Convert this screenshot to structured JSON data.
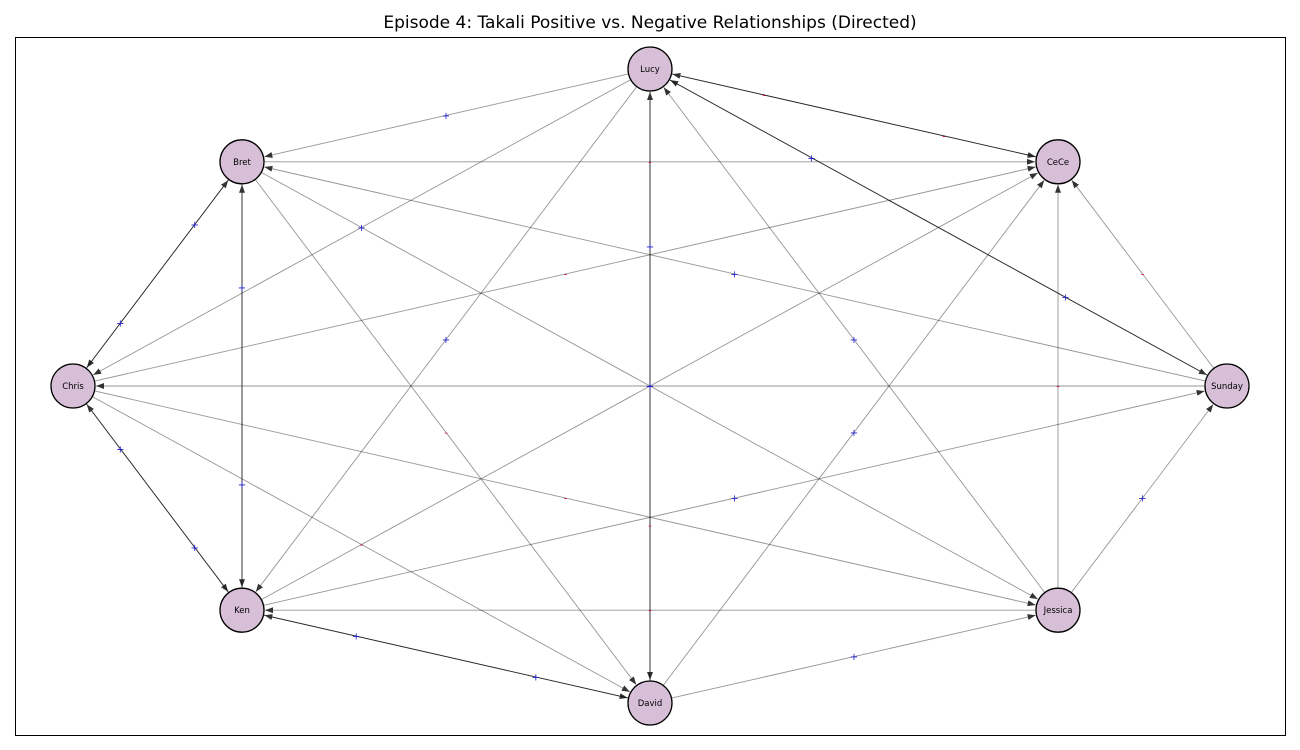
{
  "title": "Episode 4: Takali Positive vs. Negative Relationships (Directed)",
  "colors": {
    "node_fill": "#d8bfd8",
    "positive": "#1f1fd0",
    "negative": "#e0004a",
    "edge": "#000000"
  },
  "nodes": [
    {
      "id": "lucy",
      "label": "Lucy"
    },
    {
      "id": "cece",
      "label": "CeCe"
    },
    {
      "id": "sunday",
      "label": "Sunday"
    },
    {
      "id": "jessica",
      "label": "Jessica"
    },
    {
      "id": "david",
      "label": "David"
    },
    {
      "id": "ken",
      "label": "Ken"
    },
    {
      "id": "chris",
      "label": "Chris"
    },
    {
      "id": "bret",
      "label": "Bret"
    }
  ],
  "edges": [
    {
      "from": "lucy",
      "to": "bret",
      "sign": "+"
    },
    {
      "from": "lucy",
      "to": "cece",
      "sign": "-"
    },
    {
      "from": "cece",
      "to": "lucy",
      "sign": "-"
    },
    {
      "from": "lucy",
      "to": "chris",
      "sign": "+"
    },
    {
      "from": "lucy",
      "to": "ken",
      "sign": "+"
    },
    {
      "from": "lucy",
      "to": "david",
      "sign": "+"
    },
    {
      "from": "david",
      "to": "lucy",
      "sign": "-"
    },
    {
      "from": "sunday",
      "to": "lucy",
      "sign": "+"
    },
    {
      "from": "lucy",
      "to": "sunday",
      "sign": "+"
    },
    {
      "from": "jessica",
      "to": "lucy",
      "sign": "+"
    },
    {
      "from": "bret",
      "to": "cece",
      "sign": "-"
    },
    {
      "from": "bret",
      "to": "chris",
      "sign": "+"
    },
    {
      "from": "chris",
      "to": "bret",
      "sign": "+"
    },
    {
      "from": "bret",
      "to": "ken",
      "sign": "+"
    },
    {
      "from": "ken",
      "to": "bret",
      "sign": "+"
    },
    {
      "from": "bret",
      "to": "david",
      "sign": "-"
    },
    {
      "from": "bret",
      "to": "jessica",
      "sign": "-"
    },
    {
      "from": "sunday",
      "to": "bret",
      "sign": "+"
    },
    {
      "from": "chris",
      "to": "cece",
      "sign": "-"
    },
    {
      "from": "ken",
      "to": "cece",
      "sign": "+"
    },
    {
      "from": "david",
      "to": "cece",
      "sign": "+"
    },
    {
      "from": "jessica",
      "to": "cece",
      "sign": "-"
    },
    {
      "from": "sunday",
      "to": "cece",
      "sign": "-"
    },
    {
      "from": "sunday",
      "to": "chris",
      "sign": "+"
    },
    {
      "from": "chris",
      "to": "ken",
      "sign": "+"
    },
    {
      "from": "ken",
      "to": "chris",
      "sign": "+"
    },
    {
      "from": "chris",
      "to": "david",
      "sign": "-"
    },
    {
      "from": "chris",
      "to": "jessica",
      "sign": "-"
    },
    {
      "from": "ken",
      "to": "sunday",
      "sign": "+"
    },
    {
      "from": "jessica",
      "to": "sunday",
      "sign": "+"
    },
    {
      "from": "jessica",
      "to": "ken",
      "sign": "-"
    },
    {
      "from": "ken",
      "to": "david",
      "sign": "+"
    },
    {
      "from": "david",
      "to": "ken",
      "sign": "+"
    },
    {
      "from": "david",
      "to": "jessica",
      "sign": "+"
    }
  ]
}
